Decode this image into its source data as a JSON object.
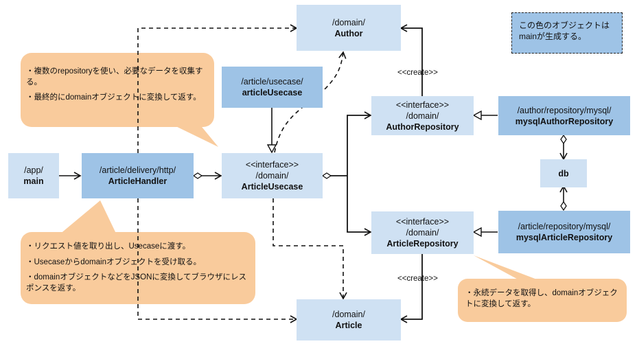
{
  "legend": {
    "line1": "この色のオブジェクトは",
    "line2": "mainが生成する。"
  },
  "boxes": {
    "domain_author": {
      "path": "/domain/",
      "name": "Author"
    },
    "article_usecase_impl": {
      "path": "/article/usecase/",
      "name": "articleUsecase"
    },
    "usecase_iface": {
      "stereo": "<<interface>>",
      "path": "/domain/",
      "name": "ArticleUsecase"
    },
    "author_repo_iface": {
      "stereo": "<<interface>>",
      "path": "/domain/",
      "name": "AuthorRepository"
    },
    "article_repo_iface": {
      "stereo": "<<interface>>",
      "path": "/domain/",
      "name": "ArticleRepository"
    },
    "mysql_author_repo": {
      "path": "/author/repository/mysql/",
      "name": "mysqlAuthorRepository"
    },
    "mysql_article_repo": {
      "path": "/article/repository/mysql/",
      "name": "mysqlArticleRepository"
    },
    "db": {
      "name": "db"
    },
    "app_main": {
      "path": "/app/",
      "name": "main"
    },
    "article_handler": {
      "path": "/article/delivery/http/",
      "name": "ArticleHandler"
    },
    "domain_article": {
      "path": "/domain/",
      "name": "Article"
    }
  },
  "labels": {
    "create_top": "<<create>>",
    "create_bottom": "<<create>>"
  },
  "notes": {
    "usecase_note": [
      "・複数のrepositoryを使い、必要なデータを収集する。",
      "・最終的にdomainオブジェクトに変換して返す。"
    ],
    "handler_note": [
      "・リクエスト値を取り出し、Usecaseに渡す。",
      "・Usecaseからdomainオブジェクトを受け取る。",
      "・domainオブジェクトなどをJSONに変換してブラウザにレスポンスを返す。"
    ],
    "repo_note": [
      "・永続データを取得し、domainオブジェクトに変換して返す。"
    ]
  },
  "colors": {
    "light_box": "#cfe1f3",
    "dark_box": "#9ec3e6",
    "note": "#f9cb9c"
  }
}
